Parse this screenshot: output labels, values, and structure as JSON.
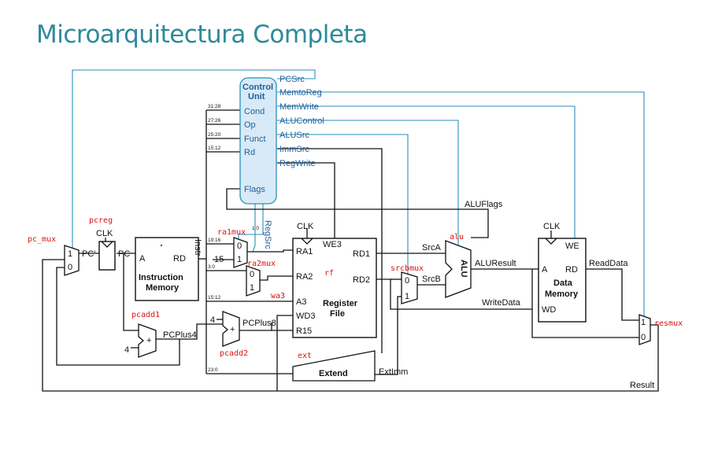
{
  "title": "Microarquitectura Completa",
  "control_unit": {
    "title_line1": "Control",
    "title_line2": "Unit",
    "inputs": [
      "Cond",
      "Op",
      "Funct",
      "Rd",
      "Flags"
    ],
    "outputs": [
      "PCSrc",
      "MemtoReg",
      "MemWrite",
      "ALUControl",
      "ALUSrc",
      "ImmSrc",
      "RegWrite"
    ]
  },
  "bit_fields": [
    "31:28",
    "27:26",
    "25:20",
    "15:12",
    "19:16",
    "3:0",
    "15:12",
    "23:0"
  ],
  "instr_memory": {
    "label1": "Instruction",
    "label2": "Memory",
    "port_a": "A",
    "port_rd": "RD"
  },
  "register_file": {
    "label1": "Register",
    "label2": "File",
    "ports": [
      "RA1",
      "RA2",
      "A3",
      "WD3",
      "R15",
      "WE3",
      "RD1",
      "RD2",
      "CLK"
    ]
  },
  "data_memory": {
    "label1": "Data",
    "label2": "Memory",
    "ports": [
      "A",
      "RD",
      "WD",
      "WE",
      "CLK"
    ]
  },
  "extend": {
    "label": "Extend"
  },
  "alu": {
    "label": "ALU"
  },
  "signals": {
    "pc": "PC",
    "pc_prime": "PC'",
    "clk": "CLK",
    "instr": "Instr",
    "pcplus4": "PCPlus4",
    "pcplus8": "PCPlus8",
    "srca": "SrcA",
    "srcb": "SrcB",
    "aluresult": "ALUResult",
    "readdata": "ReadData",
    "writedata": "WriteData",
    "extimm": "ExtImm",
    "result": "Result",
    "aluflags": "ALUFlags",
    "regsrc": "RegSrc",
    "regsrc_bits": "1 0",
    "four": "4",
    "fifteen": "15",
    "zero": "0",
    "one": "1",
    "plus": "+"
  },
  "annotations": {
    "pc_mux": "pc_mux",
    "pcreg": "pcreg",
    "pcadd1": "pcadd1",
    "pcadd2": "pcadd2",
    "ra1mux": "ra1mux",
    "ra2mux": "ra2mux",
    "wa3": "wa3",
    "rf": "rf",
    "ext": "ext",
    "srcbmux": "srcbmux",
    "alu": "alu",
    "resmux": "resmux"
  },
  "colors": {
    "title": "#2d8a9a",
    "control_wire": "#2a8fb8",
    "annotation": "#e01010",
    "control_box": "#d8eaf7"
  }
}
